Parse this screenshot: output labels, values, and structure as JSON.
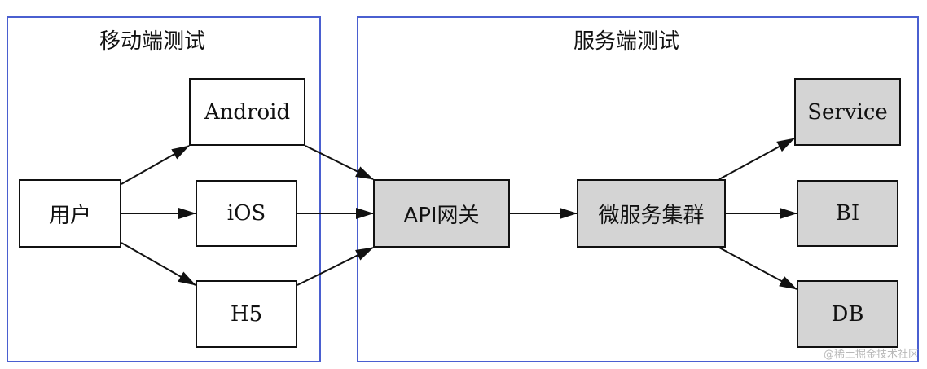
{
  "clusters": {
    "mobile": {
      "title": "移动端测试"
    },
    "server": {
      "title": "服务端测试"
    }
  },
  "nodes": {
    "user": "用户",
    "android": "Android",
    "ios": "iOS",
    "h5": "H5",
    "api_gateway": "API网关",
    "microservice_cluster": "微服务集群",
    "service": "Service",
    "bi": "BI",
    "db": "DB"
  },
  "edges": [
    {
      "from": "user",
      "to": "android"
    },
    {
      "from": "user",
      "to": "ios"
    },
    {
      "from": "user",
      "to": "h5"
    },
    {
      "from": "android",
      "to": "api_gateway"
    },
    {
      "from": "ios",
      "to": "api_gateway"
    },
    {
      "from": "h5",
      "to": "api_gateway"
    },
    {
      "from": "api_gateway",
      "to": "microservice_cluster"
    },
    {
      "from": "microservice_cluster",
      "to": "service"
    },
    {
      "from": "microservice_cluster",
      "to": "bi"
    },
    {
      "from": "microservice_cluster",
      "to": "db"
    }
  ],
  "colors": {
    "cluster_border": "#4a5fd0",
    "node_fill_white": "#ffffff",
    "node_fill_gray": "#d4d4d4",
    "edge": "#111111"
  },
  "watermark": "@稀土掘金技术社区"
}
